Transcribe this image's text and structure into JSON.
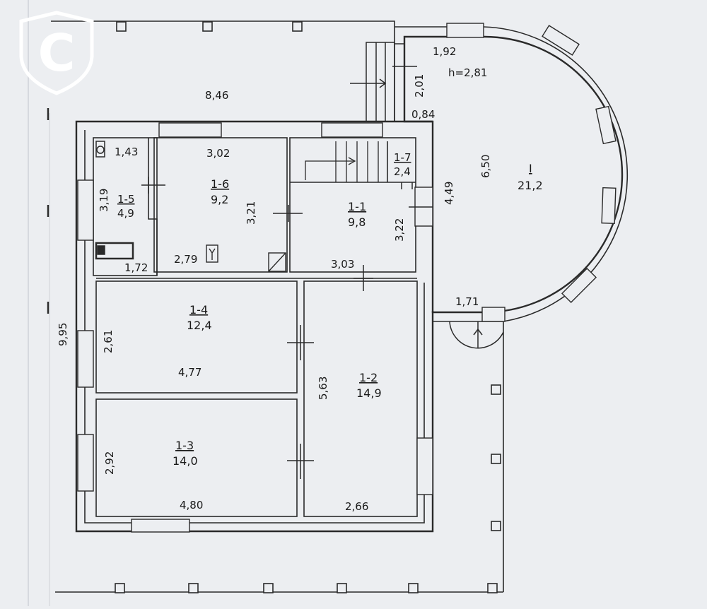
{
  "plan": {
    "outer_length": "8,46",
    "outer_height": "9,95",
    "rooms": [
      {
        "id": "1-5",
        "area": "4,9",
        "dim_a": "1,43",
        "dim_b": "3,19",
        "dim_c": "1,72"
      },
      {
        "id": "1-6",
        "area": "9,2",
        "dim_a": "3,02",
        "dim_b": "3,21",
        "dim_c": "2,79"
      },
      {
        "id": "1-7",
        "area": "2,4"
      },
      {
        "id": "1-1",
        "area": "9,8",
        "dim_a": "3,22",
        "dim_b": "3,03"
      },
      {
        "id": "1-4",
        "area": "12,4",
        "dim_a": "2,61",
        "dim_b": "4,77"
      },
      {
        "id": "1-2",
        "area": "14,9",
        "dim_a": "5,63",
        "dim_b": "2,66"
      },
      {
        "id": "1-3",
        "area": "14,0",
        "dim_a": "2,92",
        "dim_b": "4,80"
      }
    ],
    "terrace": {
      "id": "I",
      "area": "21,2",
      "dim_width_top": "1,92",
      "height_label": "h=2,81",
      "dim_stair": "2,01",
      "dim_small": "0,84",
      "dim_length": "6,50",
      "dim_side": "4,49",
      "dim_bottom": "1,71"
    }
  },
  "logo": {
    "letter": "C",
    "color": "#ffffff"
  }
}
